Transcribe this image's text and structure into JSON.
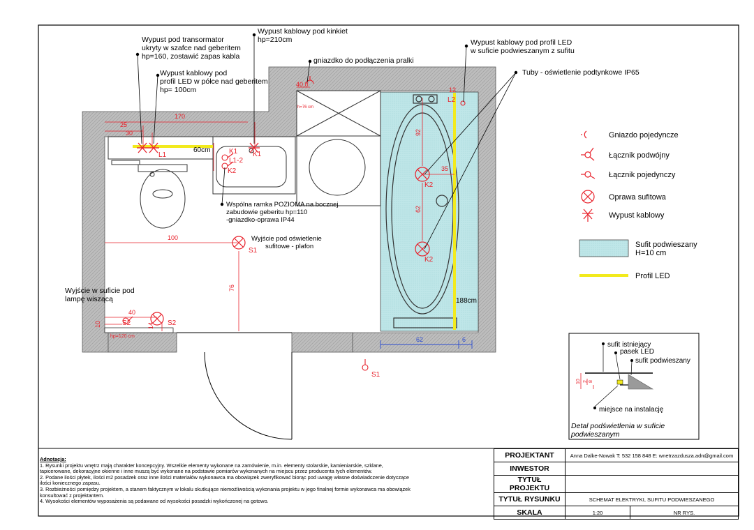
{
  "labels": {
    "transformer_outlet": [
      "Wypust pod transormator",
      "ukryty w szafce nad geberitem",
      "hp=160, zostawić zapas kabla"
    ],
    "sconce_outlet": [
      "Wypust kablowy pod kinkiet",
      "hp=210cm"
    ],
    "washer_socket": "gniazdko do podłączenia pralki",
    "led_ceiling_outlet": [
      "Wypust kablowy pod profil LED",
      "w suficie podwieszanym z sufitu"
    ],
    "tubes": "Tuby - oświetlenie podtynkowe IP65",
    "led_shelf_outlet": [
      "Wypust kablowy pod",
      "profil LED w półce nad geberitem",
      "hp= 100cm"
    ],
    "frame": [
      "Wspólna ramka POZIOMA na bocznej",
      "zabudowie geberitu hp=110",
      "-gniazdko-oprawa IP44"
    ],
    "plafon": [
      "Wyjście pod oświetlenie",
      "sufitowe - plafon"
    ],
    "pendant": [
      "Wyjście w suficie pod",
      "lampę wiszącą"
    ]
  },
  "dims": {
    "d25": "25",
    "d30": "30",
    "d170": "170",
    "d60cm": "60cm",
    "d100": "100",
    "d76": "76",
    "d40": "40",
    "d10": "10",
    "d14": "14",
    "d35": "35",
    "d92a": "92",
    "d62v": "62",
    "d62h": "62",
    "d6": "6",
    "d188": "188cm",
    "d400": "40.0",
    "d12": "12",
    "hp76": "h=76 cm",
    "hp120": "hp=120 cm"
  },
  "marks": {
    "L1": "L1",
    "K1a": "K1",
    "K1b": "K1",
    "L12": "L1-2",
    "K2a": "K2",
    "K2b": "K2",
    "K2c": "K2",
    "S1a": "S1",
    "S1b": "S1",
    "S2a": "S2",
    "S2b": "S2",
    "L2": "L2"
  },
  "legend": {
    "socket": "Gniazdo pojedyncze",
    "double_switch": "Łącznik podwójny",
    "single_switch": "Łącznik pojedynczy",
    "ceiling_fixture": "Oprawa sufitowa",
    "cable_outlet": "Wypust kablowy",
    "suspended": [
      "Sufit podwieszany",
      "H=10 cm"
    ],
    "led_profile": "Profil LED"
  },
  "detail": {
    "existing": "sufit istniejący",
    "led_strip": "pasek LED",
    "suspended": "sufit podwieszany",
    "place": "miejsce na instalację",
    "dim10": "10",
    "dim2": "2",
    "dim8": "8",
    "caption": [
      "Detal podświetlenia w suficie",
      "podwieszanym"
    ]
  },
  "notes": {
    "heading": "Adnotacja:",
    "lines": [
      "1. Rysunki projektu wnętrz mają charakter koncepcyjny. Wszelkie elementy wykonane na zamówienie, m.in. elementy stolarskie, kamieniarskie, szklane,",
      "tapicerowane, dekoracyjne okienne i inne muszą być wykonane na podstawie pomiarów wykonanych na miejscu przez producenta tych elementów.",
      "2. Podane ilości płytek, ilości m2 posadzek oraz inne ilości materiałów wykonawca ma obowiązek zweryfikować biorąc pod uwagę własne doświadczenie dotyczące",
      "ilości koniecznego zapasu.",
      "3. Rozbieżności pomiędzy projektem, a stanem faktycznym w lokalu skutkujące niemożliwością wykonania projektu w jego finalnej formie wykonawca ma obowiązek",
      "konsultować z projektantem.",
      "4. Wysokości elementów wyposażenia są podawane od wysokości posadzki wykończonej na gotowo."
    ]
  },
  "title_block": {
    "designer_label": "PROJEKTANT",
    "designer": "Anna Dalke-Nowak T: 532 158 848 E: wnetrzazdusza.adn@gmail.com",
    "investor_label": "INWESTOR",
    "investor": "",
    "project_label": "TYTUŁ PROJEKTU",
    "project": "",
    "drawing_label": "TYTUŁ RYSUNKU",
    "drawing": "SCHEMAT ELEKTRYKI, SUFITU PODWIESZANEGO",
    "scale_label": "SKALA",
    "scale": "1:20",
    "sheet_no_label": "NR RYS."
  },
  "colors": {
    "wall": "#bdbdbd",
    "red": "#e8202a",
    "led": "#f2ea1d",
    "ceiling": "#bfe6e8",
    "blue": "#2a4bd0"
  }
}
